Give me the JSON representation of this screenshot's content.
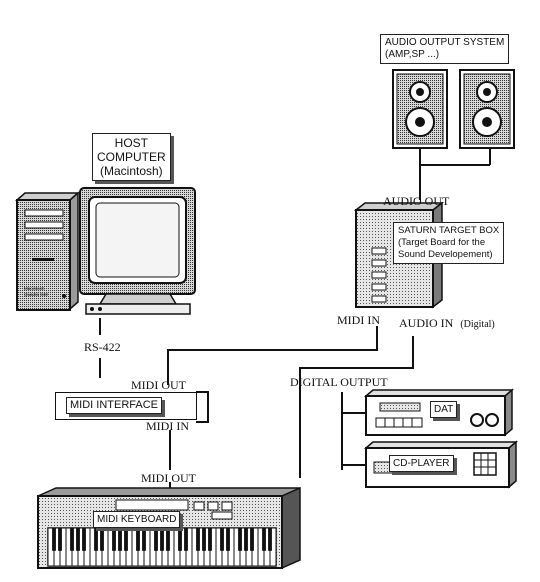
{
  "labels": {
    "audio_output_system": "AUDIO OUTPUT SYSTEM\n(AMP,SP ...)",
    "host_computer": "HOST\nCOMPUTER\n(Macintosh)",
    "audio_out": "AUDIO OUT",
    "saturn_target_box": "SATURN TARGET BOX\n(Target Board for the\n Sound Developement)",
    "midi_in_target": "MIDI IN",
    "audio_in": "AUDIO IN",
    "audio_in_note": "(Digital)",
    "rs422": "RS-422",
    "midi_out_interface": "MIDI OUT",
    "midi_interface": "MIDI INTERFACE",
    "midi_in_interface": "MIDI IN",
    "digital_output": "DIGITAL OUTPUT",
    "dat": "DAT",
    "cd_player": "CD-PLAYER",
    "midi_out_keyboard": "MIDI OUT",
    "midi_keyboard": "MIDI KEYBOARD"
  },
  "tower_brand": "Macintosh\nQuadra 840"
}
